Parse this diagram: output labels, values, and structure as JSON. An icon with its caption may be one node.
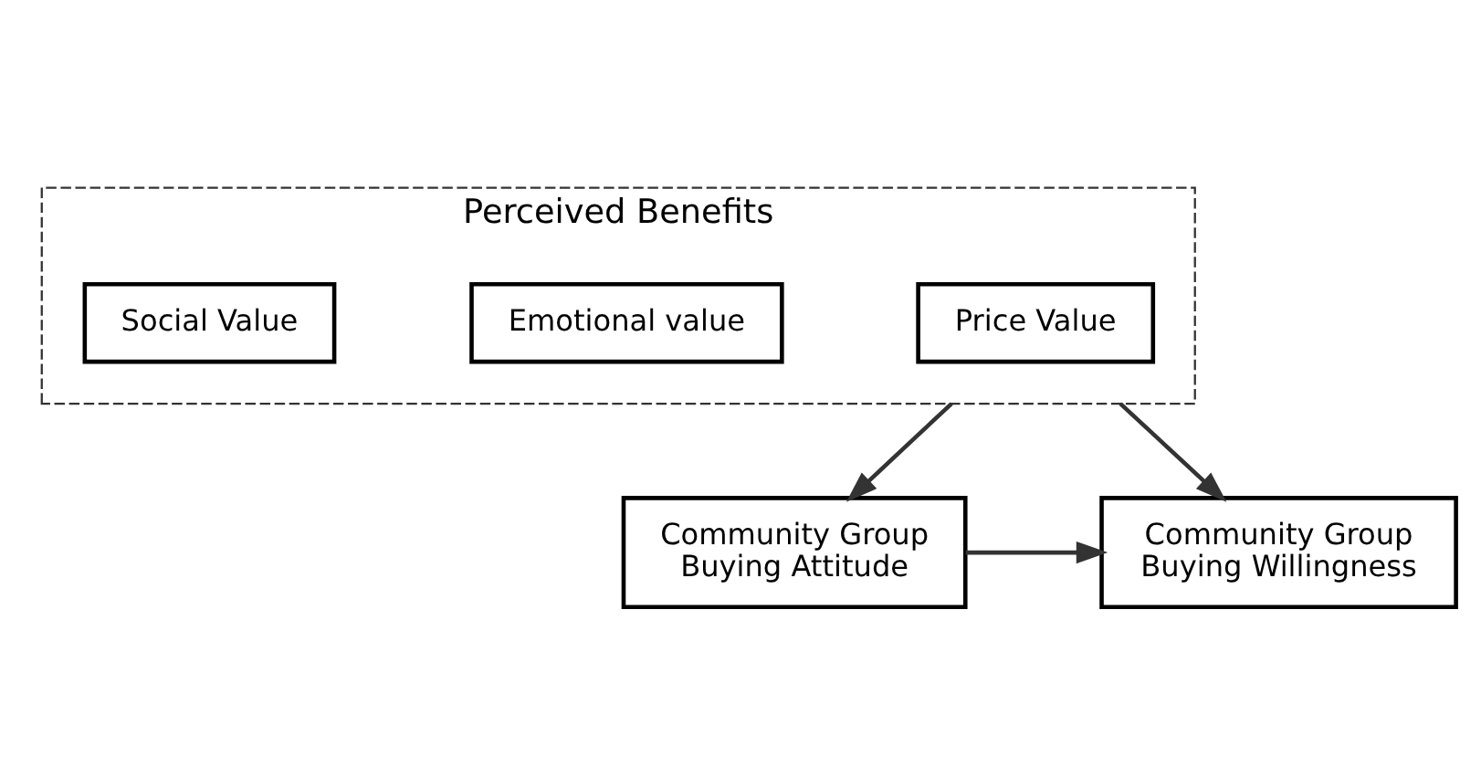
{
  "diagram": {
    "nodes": [
      {
        "text": [
          "Perceived Benefits"
        ]
      },
      {
        "text": [
          "Price Value"
        ],
        "in": 0
      },
      {
        "text": [
          "Emotional value"
        ],
        "in": 0
      },
      {
        "text": [
          "Social Value"
        ],
        "in": 0
      },
      {
        "text": [
          "Community Group Buying Attitude"
        ]
      },
      {
        "text": [
          "Community Group Buying Willingness"
        ]
      }
    ],
    "edges": [
      {
        "from": 0,
        "to": 4,
        "arrow": "to"
      },
      {
        "from": 0,
        "to": 5,
        "arrow": "to"
      },
      {
        "from": 4,
        "to": 5,
        "arrow": "to"
      }
    ]
  }
}
